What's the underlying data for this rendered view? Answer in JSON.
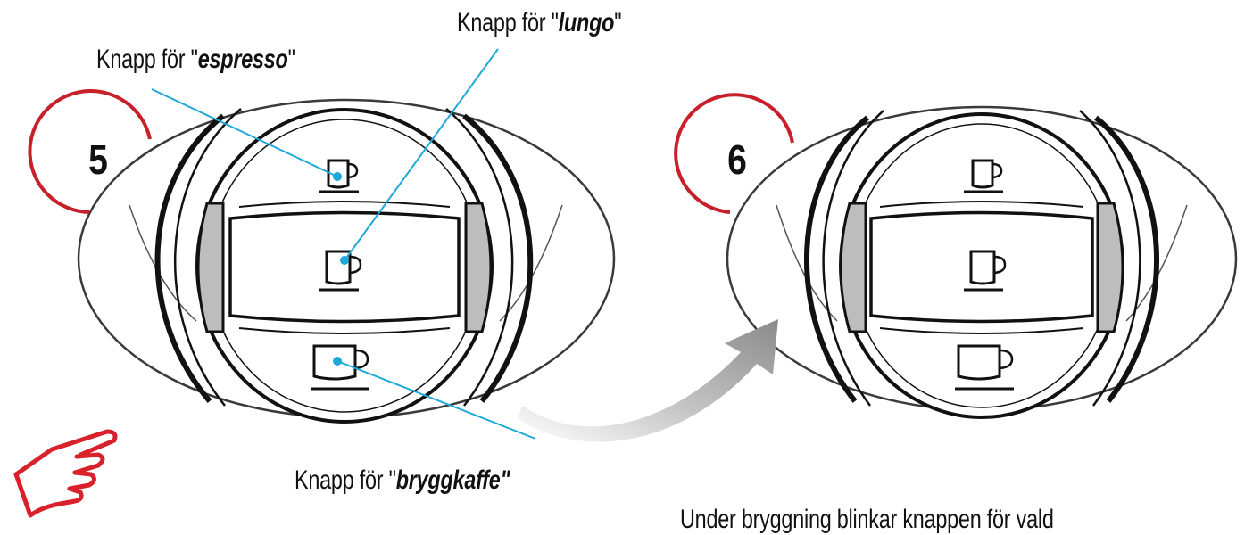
{
  "labels": {
    "espresso_prefix": "Knapp för \"",
    "espresso_word": "espresso",
    "lungo_prefix": "Knapp för  \"",
    "lungo_word": "lungo",
    "bryggkaffe_prefix": "Knapp för \"",
    "bryggkaffe_word": "bryggkaffe\"",
    "close_quote": "\"",
    "caption": "Under bryggning blinkar knappen för vald"
  },
  "steps": {
    "first": "5",
    "second": "6"
  },
  "icons": {
    "hand": "pointing-hand-icon",
    "cup": "coffee-cup-icon",
    "arrow": "curved-arrow-icon"
  },
  "colors": {
    "step_circle": "#c8202a",
    "hand": "#d8212b",
    "leader_line": "#1ea9d8",
    "panel_gray": "#bdbdbd",
    "outline": "#111111"
  }
}
